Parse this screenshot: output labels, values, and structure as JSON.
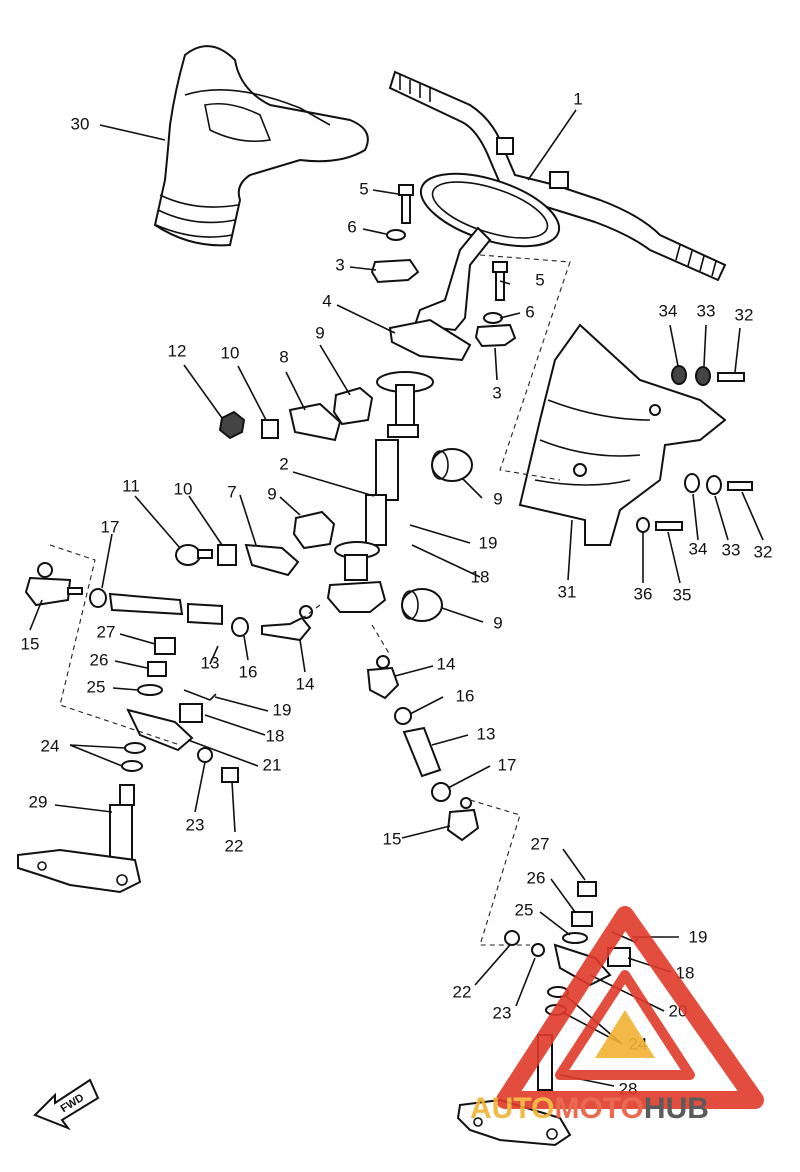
{
  "labels": {
    "p1": "1",
    "p2": "2",
    "p3a": "3",
    "p3b": "3",
    "p4": "4",
    "p5a": "5",
    "p5b": "5",
    "p6a": "6",
    "p6b": "6",
    "p7": "7",
    "p8": "8",
    "p9a": "9",
    "p9b": "9",
    "p9c": "9",
    "p9d": "9",
    "p10a": "10",
    "p10b": "10",
    "p11": "11",
    "p12": "12",
    "p13a": "13",
    "p13b": "13",
    "p14a": "14",
    "p14b": "14",
    "p15a": "15",
    "p15b": "15",
    "p16a": "16",
    "p16b": "16",
    "p17a": "17",
    "p17b": "17",
    "p18a": "18",
    "p18b": "18",
    "p18c": "18",
    "p19a": "19",
    "p19b": "19",
    "p19c": "19",
    "p20": "20",
    "p21": "21",
    "p22a": "22",
    "p22b": "22",
    "p23a": "23",
    "p23b": "23",
    "p24a": "24",
    "p24b": "24",
    "p25a": "25",
    "p25b": "25",
    "p26a": "26",
    "p26b": "26",
    "p27a": "27",
    "p27b": "27",
    "p28": "28",
    "p29": "29",
    "p30": "30",
    "p31": "31",
    "p32a": "32",
    "p32b": "32",
    "p33a": "33",
    "p33b": "33",
    "p34a": "34",
    "p34b": "34",
    "p35": "35",
    "p36": "36"
  },
  "fwd_label": "FWD",
  "watermark": {
    "auto": "AUTO",
    "moto": "MOTO",
    "hub": "HUB"
  },
  "colors": {
    "line": "#111111",
    "watermark_red": "#e03a2a",
    "watermark_orange": "#f2b233"
  }
}
